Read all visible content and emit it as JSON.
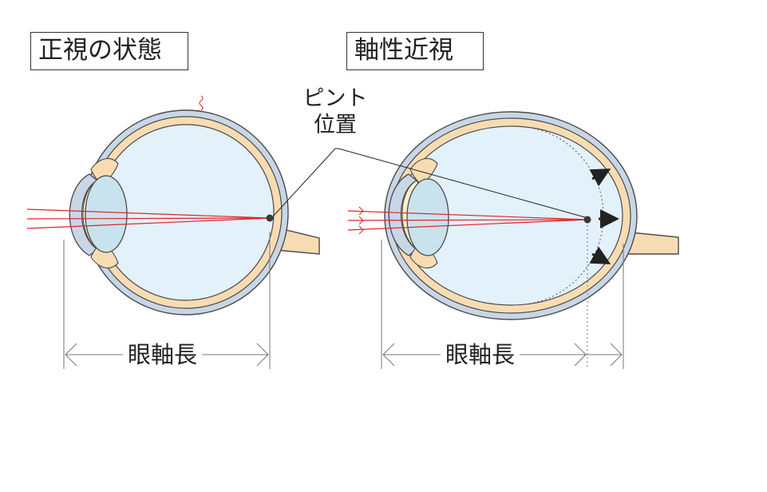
{
  "panels": {
    "normal": {
      "title": "正視の状態",
      "axis_label": "眼軸長"
    },
    "axial": {
      "title": "軸性近視",
      "axis_label": "眼軸長"
    }
  },
  "callout": {
    "line1": "ピント",
    "line2": "位置"
  },
  "colors": {
    "vitreous": "#e2f1fa",
    "choroid": "#f7dcb3",
    "sclera": "#c9d6e6",
    "outline": "#4a4a4a",
    "ray": "#e0242c",
    "focus_point": "#3a3a3a"
  }
}
